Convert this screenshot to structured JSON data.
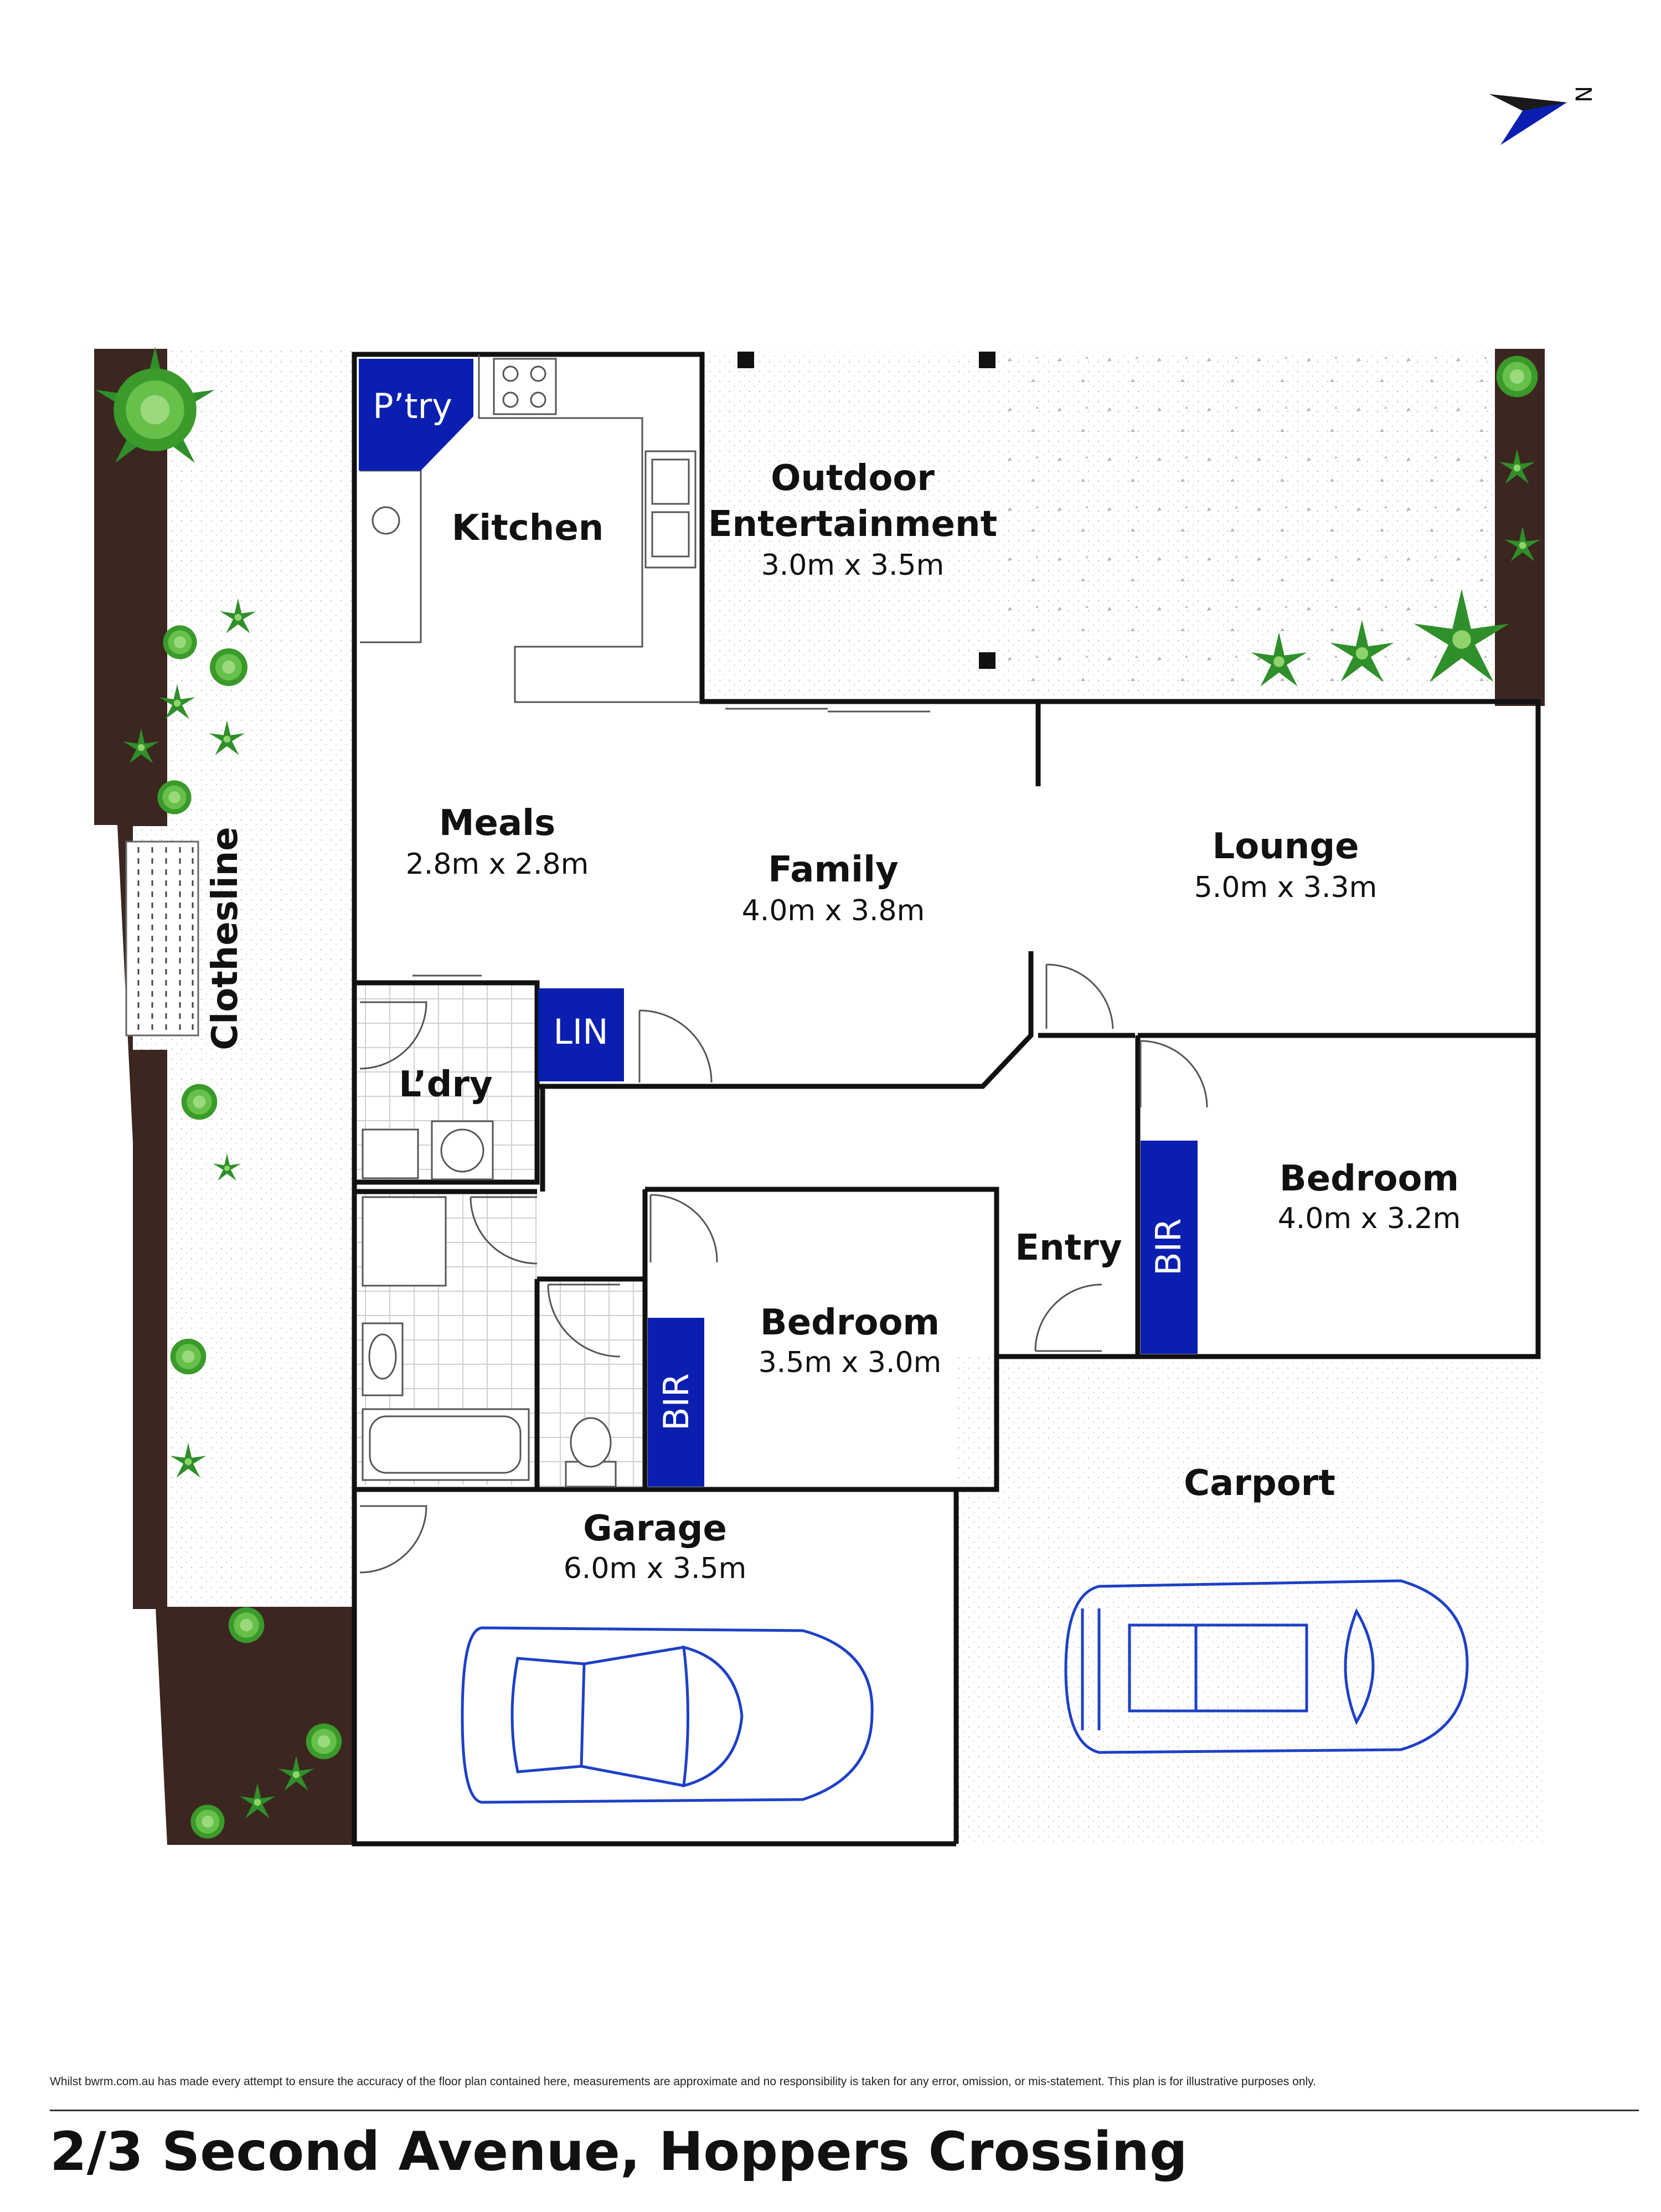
{
  "compass": {
    "label": "N",
    "icon": "north-arrow-icon"
  },
  "rooms": {
    "pantry": {
      "name": "P’try"
    },
    "kitchen": {
      "name": "Kitchen"
    },
    "outdoor": {
      "name_line1": "Outdoor",
      "name_line2": "Entertainment",
      "size": "3.0m x 3.5m"
    },
    "meals": {
      "name": "Meals",
      "size": "2.8m x 2.8m"
    },
    "family": {
      "name": "Family",
      "size": "4.0m x 3.8m"
    },
    "lounge": {
      "name": "Lounge",
      "size": "5.0m x 3.3m"
    },
    "linen": {
      "name": "LIN"
    },
    "laundry": {
      "name": "L’dry"
    },
    "clothesline": {
      "name": "Clothesline"
    },
    "entry": {
      "name": "Entry"
    },
    "bedroom1": {
      "name": "Bedroom",
      "size": "4.0m x 3.2m"
    },
    "bedroom2": {
      "name": "Bedroom",
      "size": "3.5m x 3.0m"
    },
    "bir1": {
      "name": "BIR"
    },
    "bir2": {
      "name": "BIR"
    },
    "garage": {
      "name": "Garage",
      "size": "6.0m x 3.5m"
    },
    "carport": {
      "name": "Carport"
    }
  },
  "colors": {
    "closet_blue": "#0a1fb0",
    "garden_brown": "#3b2620",
    "car_outline": "#1e40c8",
    "plant_green": "#4caf35"
  },
  "disclaimer": "Whilst bwrm.com.au has made every attempt to ensure the accuracy of the floor plan contained here, measurements are approximate and no responsibility is taken for any error, omission, or mis-statement. This plan is for illustrative purposes only.",
  "address": "2/3 Second Avenue, Hoppers Crossing"
}
